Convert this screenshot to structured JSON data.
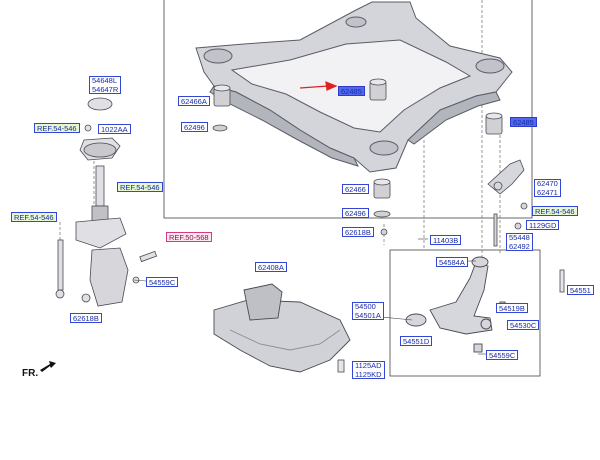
{
  "labels": {
    "l_54648l_54647r_a": "54648L",
    "l_54648l_54647r_b": "54647R",
    "l_1022aa": "1022AA",
    "l_54500": "54500",
    "l_54501a": "54501A",
    "l_62466a": "62466A",
    "l_62496_top": "62496",
    "l_62485": "62485",
    "l_62485_right": "62485",
    "l_62466": "62466",
    "l_62496_mid": "62496",
    "l_62618b_center": "62618B",
    "l_11403b": "11403B",
    "l_55448_62492_a": "55448",
    "l_55448_62492_b": "62492",
    "l_62470_62471_a": "62470",
    "l_62470_62471_b": "62471",
    "l_1129gd": "1129GD",
    "l_62408a": "62408A",
    "l_54584a": "54584A",
    "l_54551": "54551",
    "l_54519b": "54519B",
    "l_54530c": "54530C",
    "l_54551d": "54551D",
    "l_54559c_left": "54559C",
    "l_54559c_bottom": "54559C",
    "l_62618b_left": "62618B",
    "l_1125ad_1125kd_a": "1125AD",
    "l_1125ad_1125kd_b": "1125KD"
  },
  "refs": {
    "r_54546_a": "REF.54-546",
    "r_54546_b": "REF.54-546",
    "r_54546_c": "REF.54-546",
    "r_54546_d": "REF.54-546",
    "r_50568": "REF.50-568"
  },
  "direction": "FR.",
  "colors": {
    "label_border": "#3247d6",
    "highlight": "#5566ee",
    "arrow": "#e02020",
    "ref_fill": "#e7f7cf"
  }
}
